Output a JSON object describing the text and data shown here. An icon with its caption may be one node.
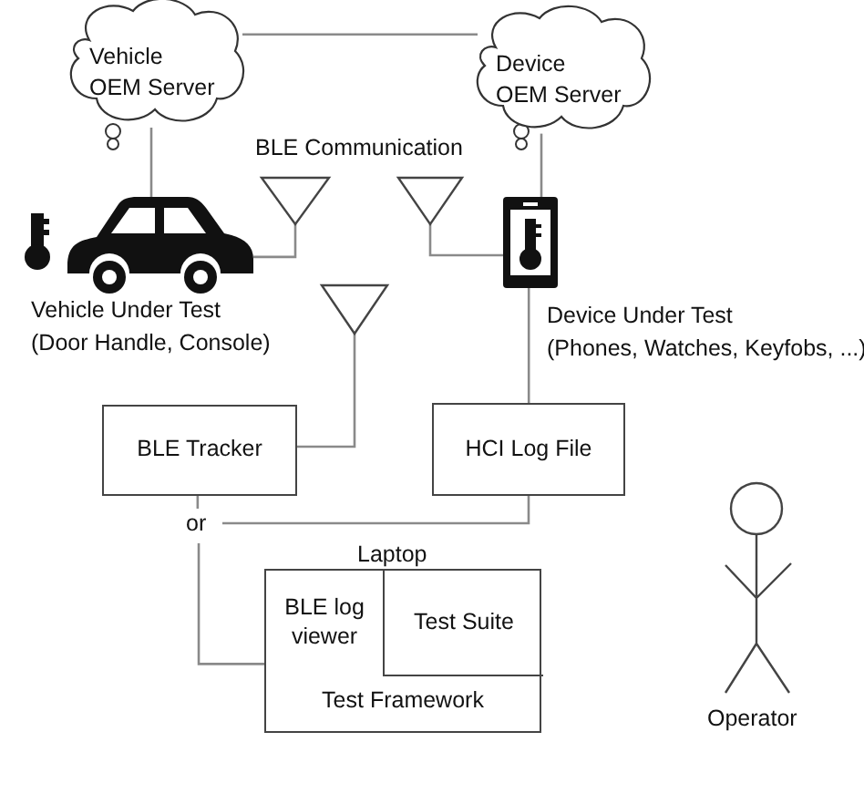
{
  "diagram": {
    "nodes": [
      {
        "text": [
          "Vehicle OEM Server"
        ]
      },
      {
        "text": [
          "Device OEM Server"
        ]
      },
      {
        "text": [],
        "shape": "picture",
        "beside": [
          "Vehicle Under Test",
          "(Door Handle, Console)"
        ]
      },
      {
        "text": [],
        "shape": "antenna"
      },
      {
        "text": [],
        "shape": "antenna"
      },
      {
        "text": [],
        "shape": "picture",
        "beside": [
          "Device Under Test",
          "(Phones, Watches, Keyfobs, ...)"
        ]
      },
      {
        "text": [],
        "shape": "antenna"
      },
      {
        "text": [
          "BLE Tracker"
        ]
      },
      {
        "text": [
          "HCI Log File"
        ]
      },
      {
        "text": [
          "or"
        ]
      },
      {
        "text": [
          "Laptop",
          "Test Framework"
        ]
      },
      {
        "text": [
          "BLE log viewer"
        ],
        "in": 10
      },
      {
        "text": [
          "Test Suite"
        ],
        "in": 10
      }
    ],
    "edges": [
      {
        "from": 0,
        "to": 1,
        "arrow": "none"
      },
      {
        "from": 0,
        "to": 2,
        "arrow": "none"
      },
      {
        "from": 1,
        "to": 5,
        "arrow": "none"
      },
      {
        "from": 2,
        "to": 3,
        "arrow": "none"
      },
      {
        "from": 4,
        "to": 5,
        "arrow": "none"
      },
      {
        "from": 6,
        "to": 7,
        "arrow": "none"
      },
      {
        "from": 5,
        "to": 8,
        "arrow": "none"
      },
      {
        "from": 7,
        "to": 9,
        "arrow": "none"
      },
      {
        "from": 8,
        "to": 9,
        "arrow": "none"
      },
      {
        "from": 9,
        "to": 10,
        "arrow": "none"
      }
    ],
    "labels": [
      "BLE Communication",
      "Operator"
    ]
  }
}
